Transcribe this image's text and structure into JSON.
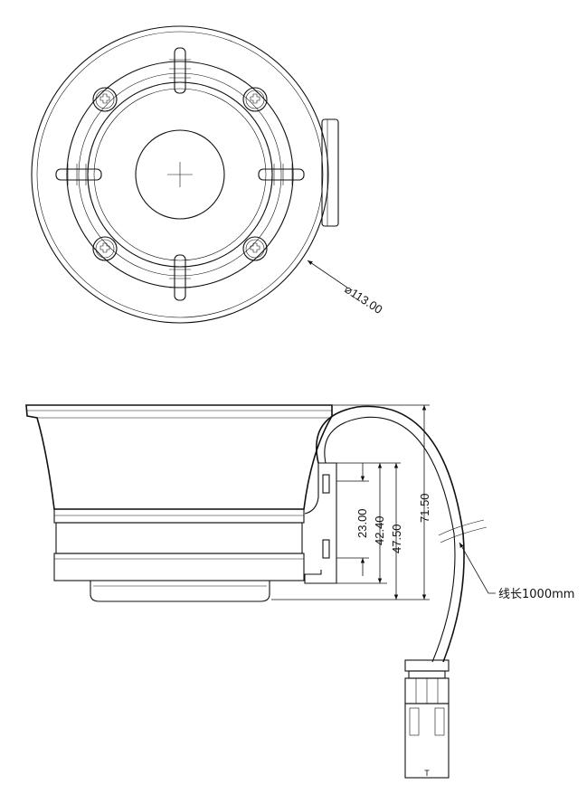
{
  "drawing": {
    "top_view": {
      "diameter_label": "⌀113.00"
    },
    "side_view": {
      "dimensions": {
        "d1": "23.00",
        "d2": "42.40",
        "d3": "47.50",
        "d4": "71.50"
      },
      "cable_note": "线长1000mm",
      "connector_mark": "T"
    }
  }
}
